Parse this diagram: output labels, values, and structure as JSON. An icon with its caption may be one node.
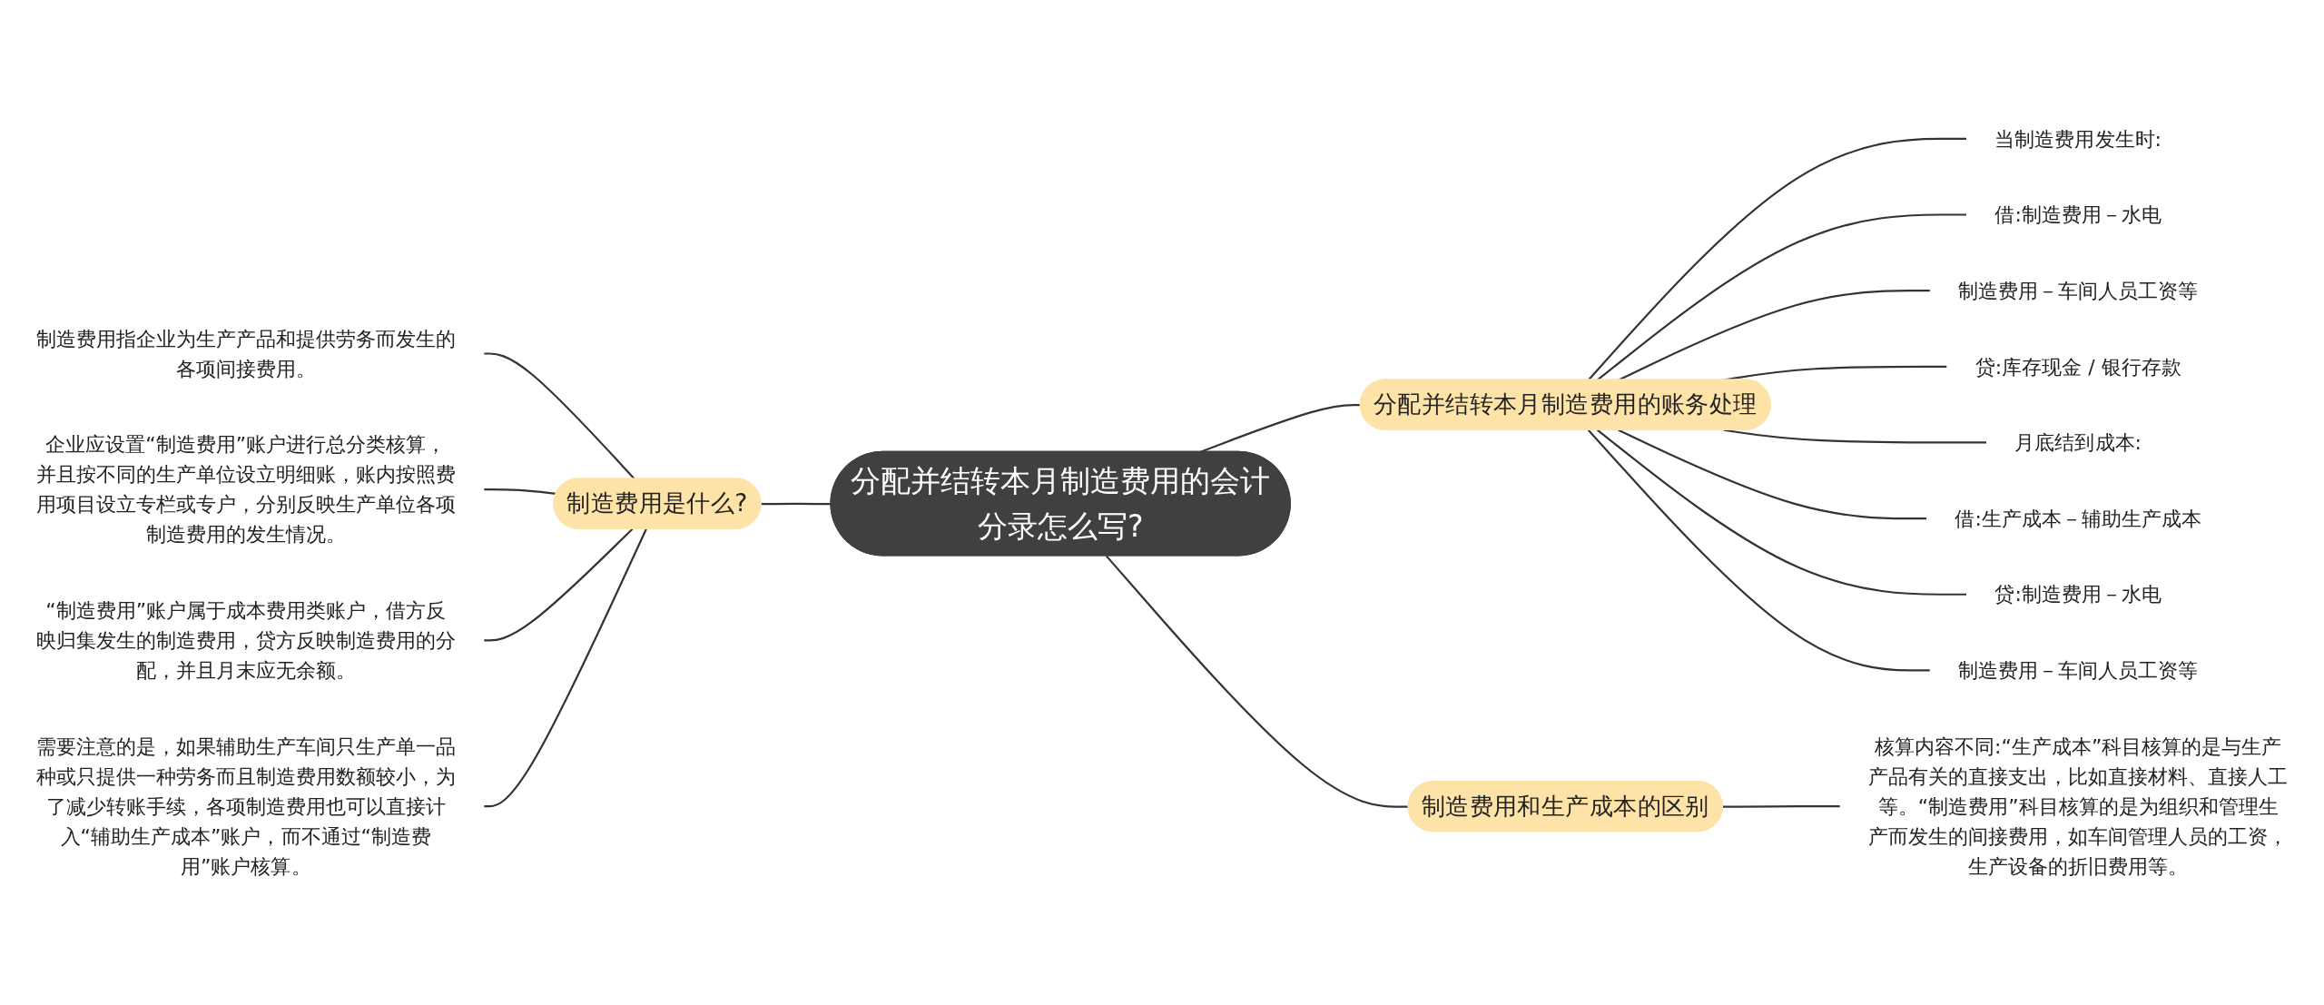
{
  "diagram": {
    "nodes": [
      {
        "text": [
          "分配并结转本月制造费用的会计分录怎么写?"
        ]
      },
      {
        "text": [
          "分配并结转本月制造费用的账务处理"
        ]
      },
      {
        "text": [
          "当制造费用发生时:"
        ]
      },
      {
        "text": [
          "借:制造费用－水电"
        ]
      },
      {
        "text": [
          "制造费用－车间人员工资等"
        ]
      },
      {
        "text": [
          "贷:库存现金 / 银行存款"
        ]
      },
      {
        "text": [
          "月底结到成本:"
        ]
      },
      {
        "text": [
          "借:生产成本－辅助生产成本"
        ]
      },
      {
        "text": [
          "贷:制造费用－水电"
        ]
      },
      {
        "text": [
          "制造费用－车间人员工资等"
        ]
      },
      {
        "text": [
          "制造费用和生产成本的区别"
        ]
      },
      {
        "text": [
          "核算内容不同:“生产成本”科目核算的是与生产产品有关的直接支出，比如直接材料、直接人工等。“制造费用”科目核算的是为组织和管理生产而发生的间接费用，如车间管理人员的工资，生产设备的折旧费用等。"
        ]
      },
      {
        "text": [
          "制造费用是什么?"
        ]
      },
      {
        "text": [
          "制造费用指企业为生产产品和提供劳务而发生的各项间接费用。"
        ]
      },
      {
        "text": [
          "企业应设置“制造费用”账户进行总分类核算，并且按不同的生产单位设立明细账，账内按照费用项目设立专栏或专户，分别反映生产单位各项制造费用的发生情况。"
        ]
      },
      {
        "text": [
          "“制造费用”账户属于成本费用类账户，借方反映归集发生的制造费用，贷方反映制造费用的分配，并且月末应无余额。"
        ]
      },
      {
        "text": [
          "需要注意的是，如果辅助生产车间只生产单一品种或只提供一种劳务而且制造费用数额较小，为了减少转账手续，各项制造费用也可以直接计入“辅助生产成本”账户，而不通过“制造费用”账户核算。"
        ]
      }
    ],
    "edges": [
      {
        "from": 0,
        "to": 1,
        "arrow": "none"
      },
      {
        "from": 1,
        "to": 2,
        "arrow": "none"
      },
      {
        "from": 1,
        "to": 3,
        "arrow": "none"
      },
      {
        "from": 1,
        "to": 4,
        "arrow": "none"
      },
      {
        "from": 1,
        "to": 5,
        "arrow": "none"
      },
      {
        "from": 1,
        "to": 6,
        "arrow": "none"
      },
      {
        "from": 1,
        "to": 7,
        "arrow": "none"
      },
      {
        "from": 1,
        "to": 8,
        "arrow": "none"
      },
      {
        "from": 1,
        "to": 9,
        "arrow": "none"
      },
      {
        "from": 0,
        "to": 10,
        "arrow": "none"
      },
      {
        "from": 10,
        "to": 11,
        "arrow": "none"
      },
      {
        "from": 12,
        "to": 0,
        "arrow": "none"
      },
      {
        "from": 13,
        "to": 12,
        "arrow": "none"
      },
      {
        "from": 14,
        "to": 12,
        "arrow": "none"
      },
      {
        "from": 15,
        "to": 12,
        "arrow": "none"
      },
      {
        "from": 16,
        "to": 12,
        "arrow": "none"
      }
    ]
  }
}
